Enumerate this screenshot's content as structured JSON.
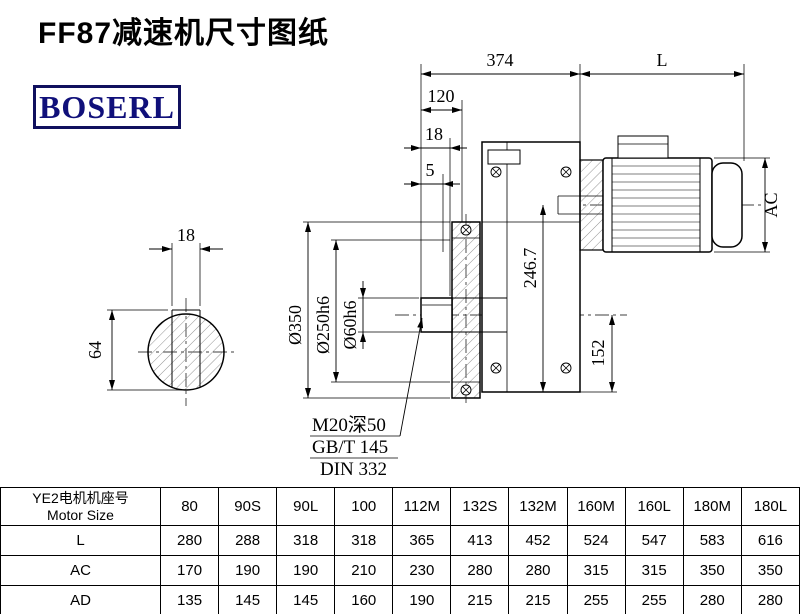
{
  "header": {
    "title": "FF87减速机尺寸图纸",
    "brand": "BOSERL"
  },
  "drawing": {
    "dims": {
      "d374": "374",
      "dL": "L",
      "d120": "120",
      "d18top": "18",
      "d5": "5",
      "dAC": "AC",
      "d246": "246.7",
      "d152": "152",
      "d350": "Ø350",
      "d250": "Ø250h6",
      "d60": "Ø60h6",
      "key18": "18",
      "key64": "64"
    },
    "notes": {
      "tap": "M20深50",
      "gb": "GB/T 145",
      "din": "DIN 332"
    }
  },
  "table": {
    "size_label_cn": "YE2电机机座号",
    "size_label_en": "Motor Size",
    "columns": [
      "80",
      "90S",
      "90L",
      "100",
      "112M",
      "132S",
      "132M",
      "160M",
      "160L",
      "180M",
      "180L"
    ],
    "rows": [
      {
        "label": "L",
        "values": [
          "280",
          "288",
          "318",
          "318",
          "365",
          "413",
          "452",
          "524",
          "547",
          "583",
          "616"
        ]
      },
      {
        "label": "AC",
        "values": [
          "170",
          "190",
          "190",
          "210",
          "230",
          "280",
          "280",
          "315",
          "315",
          "350",
          "350"
        ]
      },
      {
        "label": "AD",
        "values": [
          "135",
          "145",
          "145",
          "160",
          "190",
          "215",
          "215",
          "255",
          "255",
          "280",
          "280"
        ]
      }
    ]
  }
}
